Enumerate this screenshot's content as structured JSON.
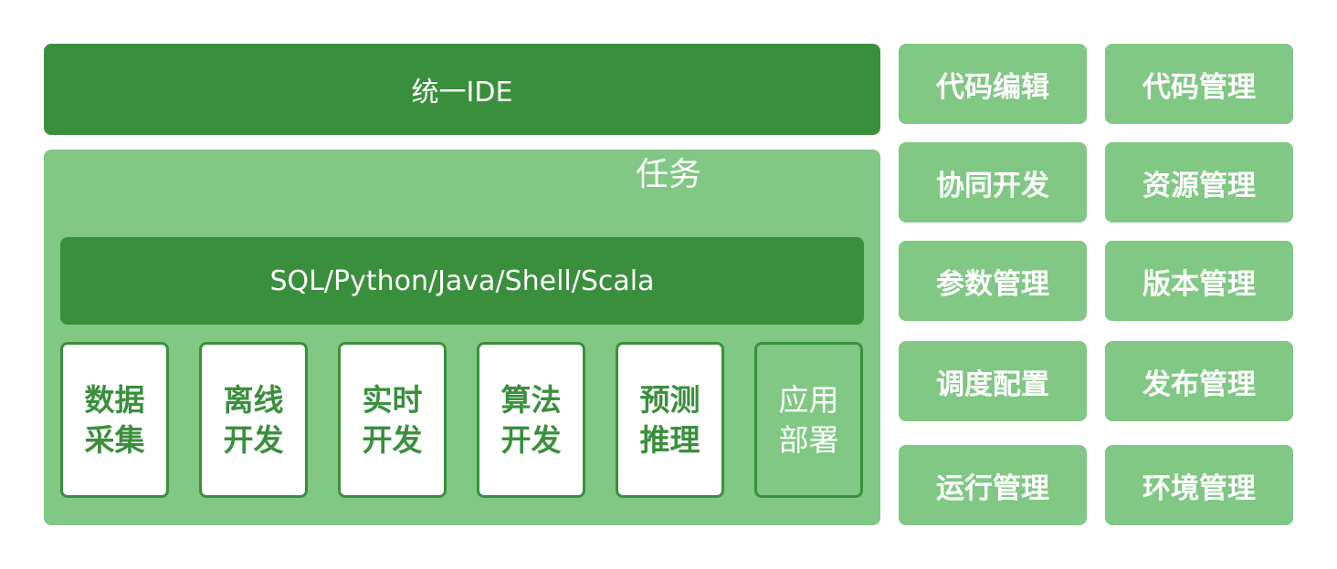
{
  "ide": {
    "label": "统一IDE"
  },
  "tasks": {
    "title": "任务",
    "languages": "SQL/Python/Java/Shell/Scala",
    "cards": [
      {
        "line1": "数据",
        "line2": "采集"
      },
      {
        "line1": "离线",
        "line2": "开发"
      },
      {
        "line1": "实时",
        "line2": "开发"
      },
      {
        "line1": "算法",
        "line2": "开发"
      },
      {
        "line1": "预测",
        "line2": "推理"
      },
      {
        "line1": "应用",
        "line2": "部署"
      }
    ]
  },
  "features": [
    "代码编辑",
    "代码管理",
    "协同开发",
    "资源管理",
    "参数管理",
    "版本管理",
    "调度配置",
    "发布管理",
    "运行管理",
    "环境管理"
  ],
  "colors": {
    "dark_green": "#3a8f3c",
    "light_green": "#80c884",
    "white": "#ffffff"
  }
}
